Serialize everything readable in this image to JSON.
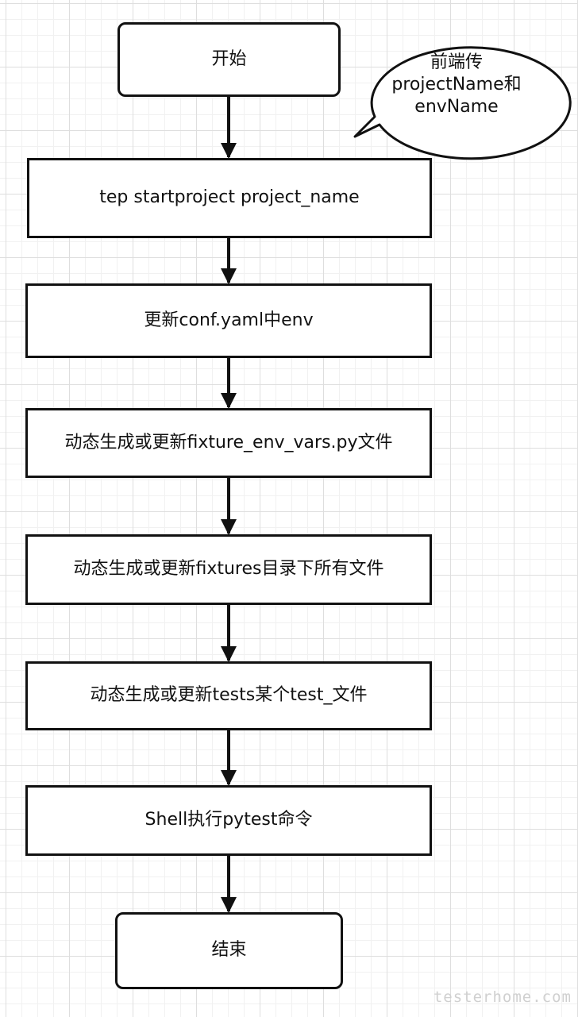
{
  "flowchart": {
    "start": "开始",
    "steps": [
      "tep startproject project_name",
      "更新conf.yaml中env",
      "动态生成或更新fixture_env_vars.py文件",
      "动态生成或更新fixtures目录下所有文件",
      "动态生成或更新tests某个test_文件",
      "Shell执行pytest命令"
    ],
    "end": "结束"
  },
  "callout": {
    "lines": [
      "前端传",
      "projectName和",
      "envName"
    ]
  },
  "watermark": "testerhome.com",
  "colors": {
    "stroke": "#111111",
    "background": "#ffffff",
    "grid_major": "#dedede",
    "grid_minor": "#f1f1f1"
  }
}
